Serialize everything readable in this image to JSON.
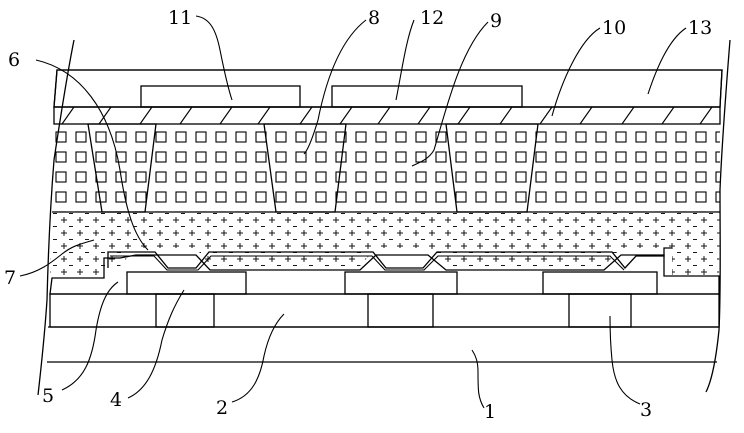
{
  "colors": {
    "ink": "#000000",
    "paper": "#ffffff"
  },
  "labels": [
    {
      "id": "label-1",
      "text": "1"
    },
    {
      "id": "label-2",
      "text": "2"
    },
    {
      "id": "label-3",
      "text": "3"
    },
    {
      "id": "label-4",
      "text": "4"
    },
    {
      "id": "label-5",
      "text": "5"
    },
    {
      "id": "label-6",
      "text": "6"
    },
    {
      "id": "label-7",
      "text": "7"
    },
    {
      "id": "label-8",
      "text": "8"
    },
    {
      "id": "label-9",
      "text": "9"
    },
    {
      "id": "label-10",
      "text": "10"
    },
    {
      "id": "label-11",
      "text": "11"
    },
    {
      "id": "label-12",
      "text": "12"
    },
    {
      "id": "label-13",
      "text": "13"
    }
  ]
}
